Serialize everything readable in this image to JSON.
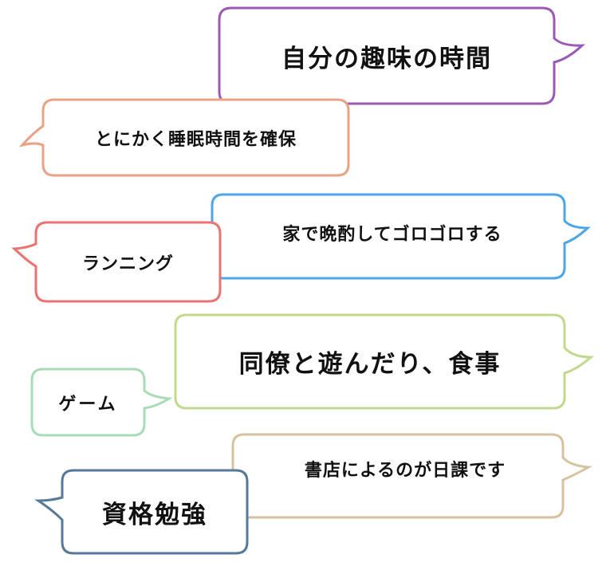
{
  "bubbles": [
    {
      "id": "hobby-time",
      "text": "自分の趣味の時間",
      "border_color": "#9b59b6"
    },
    {
      "id": "sleep",
      "text": "とにかく睡眠時間を確保",
      "border_color": "#e8a385"
    },
    {
      "id": "home-drink",
      "text": "家で晩酌してゴロゴロする",
      "border_color": "#4da6ea"
    },
    {
      "id": "running",
      "text": "ランニング",
      "border_color": "#ec7171"
    },
    {
      "id": "colleagues",
      "text": "同僚と遊んだり、食事",
      "border_color": "#c1d98a"
    },
    {
      "id": "game",
      "text": "ゲーム",
      "border_color": "#a8dcb8"
    },
    {
      "id": "bookstore",
      "text": "書店によるのが日課です",
      "border_color": "#d6c2a0"
    },
    {
      "id": "study",
      "text": "資格勉強",
      "border_color": "#557a99"
    }
  ]
}
